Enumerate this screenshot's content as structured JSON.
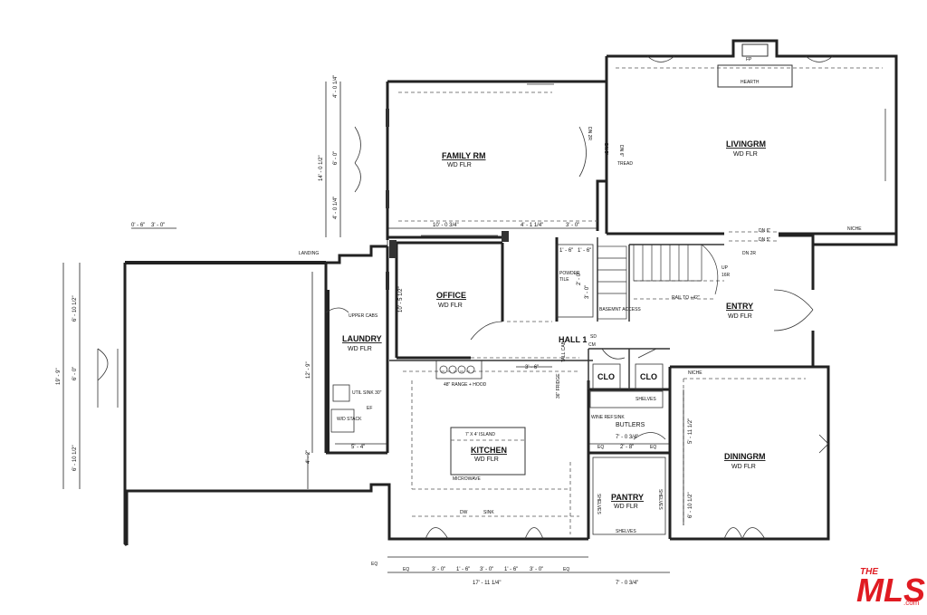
{
  "rooms": {
    "family": {
      "name": "FAMILY RM",
      "floor": "WD FLR"
    },
    "living": {
      "name": "LIVINGRM",
      "floor": "WD FLR"
    },
    "office": {
      "name": "OFFICE",
      "floor": "WD FLR"
    },
    "laundry": {
      "name": "LAUNDRY",
      "floor": "WD FLR"
    },
    "entry": {
      "name": "ENTRY",
      "floor": "WD FLR"
    },
    "kitchen": {
      "name": "KITCHEN",
      "floor": "WD FLR"
    },
    "dining": {
      "name": "DININGRM",
      "floor": "WD FLR"
    },
    "pantry": {
      "name": "PANTRY",
      "floor": "WD FLR"
    },
    "hall": {
      "name": "HALL 1"
    },
    "clo1": {
      "name": "CLO"
    },
    "clo2": {
      "name": "CLO"
    },
    "butlers": {
      "name": "BUTLERS"
    }
  },
  "labels": {
    "fp": "FP",
    "hearth": "HEARTH",
    "niche_living": "NICHE",
    "niche_dining": "NICHE",
    "landing": "LANDING",
    "upper_cabs": "UPPER CABS",
    "shelves_left": "SHELVES",
    "shelves_right": "SHELVES",
    "shelves_bottom": "SHELVES",
    "island": "7' X 4' ISLAND",
    "range": "48\" RANGE + HOOD",
    "microwave": "MICROWAVE",
    "dw": "DW",
    "sink": "SINK",
    "fridge": "36\" FRIDGE",
    "tall_cab": "TALL CAB",
    "wine_ref": "WINE REF",
    "butler_sink": "SINK",
    "butler_shelves": "SHELVES",
    "powder": "POWDER",
    "tile": "TILE",
    "basement": "BASEMNT ACCESS",
    "rail": "RAIL TO +42\"",
    "up": "UP",
    "up_r": "16R",
    "dn2r_a": "DN 2R",
    "dn5_a": "DN 5\"",
    "dn6_a": "DN 6\"",
    "tread": "TREAD",
    "dn6_b": "DN 6\"",
    "dn5_b": "DN 5\"",
    "dn2r_b": "DN 2R",
    "sd": "SD",
    "cm": "CM",
    "ef": "EF",
    "util_sink": "UTIL SINK 30\"",
    "wd": "W/D STACK",
    "eq_1": "EQ",
    "eq_2": "EQ",
    "eq_3": "EQ",
    "eq_4": "EQ",
    "eq_5": "EQ"
  },
  "dims": {
    "left_top": "4' - 0 1/4\"",
    "left_mid": "6' - 0\"",
    "left_total": "14' - 0 1/2\"",
    "left_bot": "4' - 0 1/4\"",
    "fam_w": "10' - 0 3/4\"",
    "hall_w": "4' - 1 1/4\"",
    "hall_w2": "3' - 0\"",
    "pw_a": "1' - 6\"",
    "pw_b": "1' - 6\"",
    "top_a": "0' - 6\"",
    "top_b": "3' - 0\"",
    "gar_1": "6' - 10 1/2\"",
    "gar_2": "6' - 0\"",
    "gar_3": "6' - 10 1/2\"",
    "gar_total": "19' - 9\"",
    "office_h": "10' - 5 1/2\"",
    "laundry_h": "12' - 9\"",
    "laundry_w": "5' - 4\"",
    "laundry_b": "4' - 2\"",
    "hall_3": "3' - 6\"",
    "butler_w": "7' - 0 3/4\"",
    "butler_b": "2' - 8\"",
    "dining_a": "5' - 11 1/2\"",
    "dining_b": "6' - 10 1/2\"",
    "b_1": "3' - 0\"",
    "b_2": "1' - 6\"",
    "b_3": "3' - 0\"",
    "b_4": "1' - 6\"",
    "b_5": "3' - 0\"",
    "b_total": "17' - 11 1/4\"",
    "b_right": "7' - 0 3/4\"",
    "pwr": "2' - 0\"",
    "pwr2": "3' - 0\""
  },
  "logo": {
    "the": "THE",
    "mls": "MLS",
    "com": ".com"
  }
}
